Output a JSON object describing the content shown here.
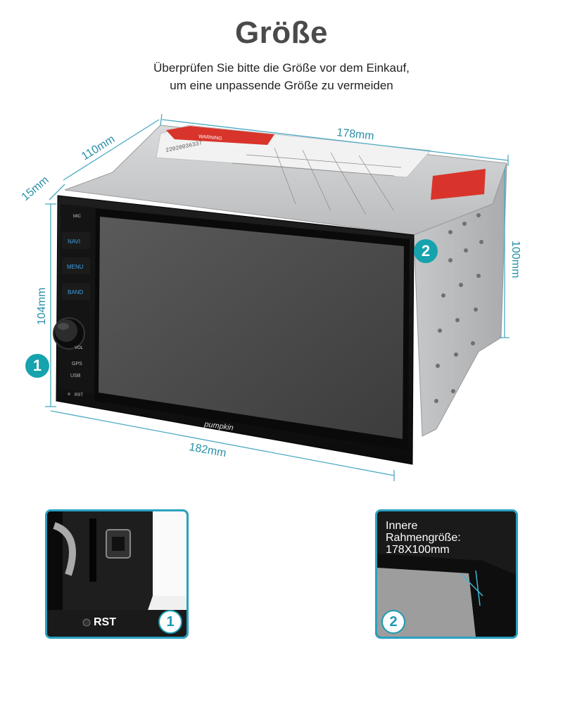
{
  "title": "Größe",
  "subtitle": {
    "line1": "Überprüfen Sie bitte die Größe vor dem Einkauf,",
    "line2": "um eine unpassende Größe zu vermeiden"
  },
  "dimensions": {
    "width_top": "178mm",
    "depth": "110mm",
    "frame": "15mm",
    "height_right": "100mm",
    "height_left": "104mm",
    "width_front": "182mm"
  },
  "device": {
    "brand": "pumpkin",
    "buttons": [
      "NAVI",
      "MENU",
      "BAND"
    ],
    "labels": {
      "gps": "GPS",
      "usb": "USB",
      "rst": "RST",
      "vol": "VOL",
      "mic": "MIC"
    },
    "sticker_warning": "WARNING",
    "serial": "22020036337"
  },
  "callouts": {
    "badge1": "1",
    "badge2": "2"
  },
  "detail1": {
    "rst": "RST",
    "badge": "1"
  },
  "detail2": {
    "text_line1": "Innere",
    "text_line2": "Rahmengröße:",
    "text_line3": "178X100mm",
    "badge": "2"
  },
  "colors": {
    "accent": "#16a3ad",
    "dimension": "#2a8fa8",
    "frame_border": "#2aa1c0"
  }
}
